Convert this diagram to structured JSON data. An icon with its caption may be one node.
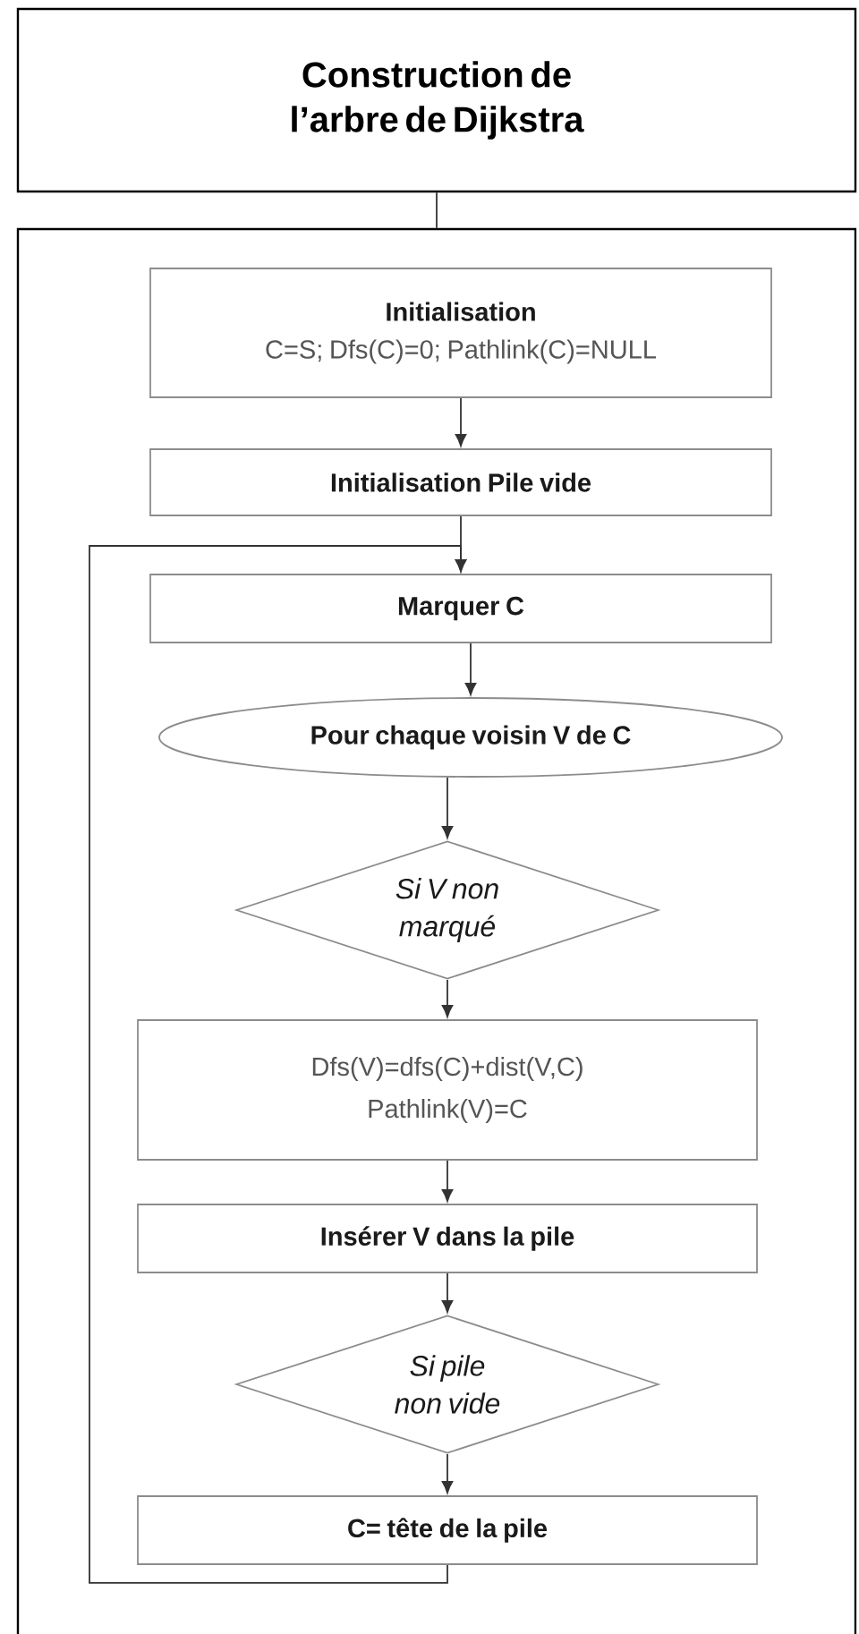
{
  "diagram": {
    "nodes": [
      {
        "text": [
          "Construction de l’arbre de Dijkstra"
        ]
      },
      {
        "text": [],
        "shape": "box"
      },
      {
        "text": [
          "Initialisation",
          "C=S; Dfs(C)=0; Pathlink(C)=NULL"
        ],
        "in": 1
      },
      {
        "text": [
          "Initialisation Pile vide"
        ],
        "in": 1
      },
      {
        "text": [
          "Marquer C"
        ],
        "in": 1
      },
      {
        "text": [
          "Pour chaque voisin V de C"
        ],
        "in": 1
      },
      {
        "text": [
          "Si V non marqué"
        ],
        "in": 1
      },
      {
        "text": [
          "Dfs(V)=dfs(C)+dist(V,C)",
          "Pathlink(V)=C"
        ],
        "in": 1
      },
      {
        "text": [
          "Insérer V dans la pile"
        ],
        "in": 1
      },
      {
        "text": [
          "Si pile non vide"
        ],
        "in": 1
      },
      {
        "text": [
          "C= tête de la pile"
        ],
        "in": 1
      }
    ],
    "edges": [
      {
        "from": 0,
        "to": 1,
        "arrow": "none"
      },
      {
        "from": 2,
        "to": 3,
        "arrow": "to"
      },
      {
        "from": 3,
        "to": 4,
        "arrow": "to"
      },
      {
        "from": 4,
        "to": 5,
        "arrow": "to"
      },
      {
        "from": 5,
        "to": 6,
        "arrow": "to"
      },
      {
        "from": 6,
        "to": 7,
        "arrow": "to"
      },
      {
        "from": 7,
        "to": 8,
        "arrow": "to"
      },
      {
        "from": 8,
        "to": 9,
        "arrow": "to"
      },
      {
        "from": 9,
        "to": 10,
        "arrow": "to"
      },
      {
        "from": 10,
        "to": 4,
        "arrow": "to"
      }
    ]
  }
}
